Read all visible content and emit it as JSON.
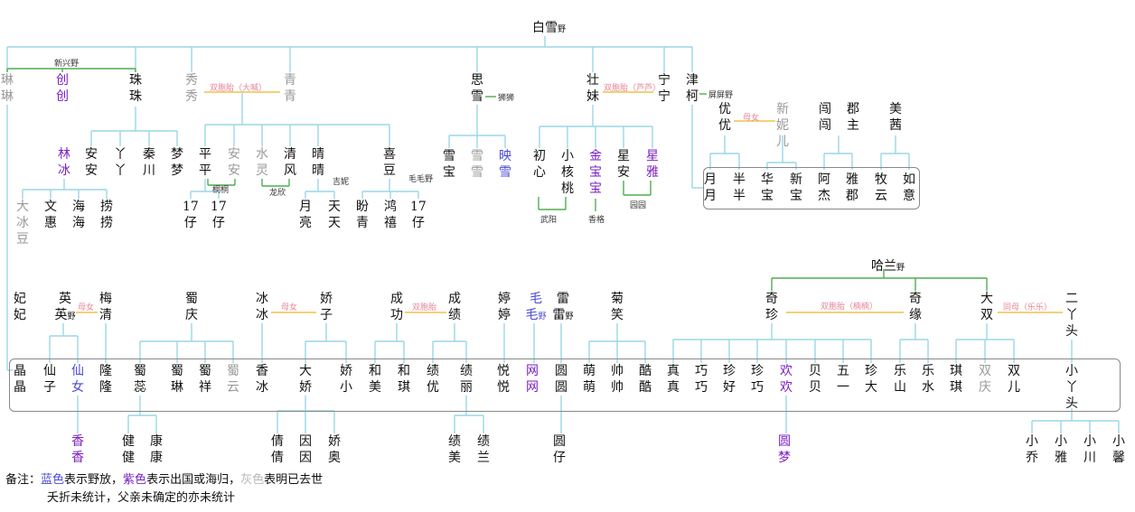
{
  "legend": {
    "prefix": "备注：",
    "blue_word": "蓝色",
    "blue_desc": "表示野放，",
    "purple_word": "紫色",
    "purple_desc": "表示出国或海归，",
    "gray_word": "灰色",
    "gray_desc": "表明已去世",
    "line2": "夭折未统计，父亲未确定的亦未统计"
  },
  "colors": {
    "black": "#111111",
    "blue": "#4a4ad8",
    "purple": "#7a1fc2",
    "gray": "#9a9a9a",
    "descent_line": "#9ad7e6",
    "sibling_line": "#4fae4f",
    "pair_line": "#f2c04a",
    "pair_label": "#e4889a"
  },
  "nodes": [
    {
      "id": "baixue",
      "text": "白雪",
      "sub": "野",
      "s": "black"
    },
    {
      "id": "linlin",
      "text": "琳\n琳",
      "s": "gray"
    },
    {
      "id": "chuang",
      "text": "创\n创",
      "s": "purple"
    },
    {
      "id": "zhuzhu",
      "text": "珠\n珠",
      "s": "black"
    },
    {
      "id": "xiuxiu",
      "text": "秀\n秀",
      "s": "gray"
    },
    {
      "id": "qingqing",
      "text": "青\n青",
      "s": "gray"
    },
    {
      "id": "sixue",
      "text": "思\n雪",
      "s": "black"
    },
    {
      "id": "zhuangmei",
      "text": "壮\n妹",
      "s": "black"
    },
    {
      "id": "ningning",
      "text": "宁\n宁",
      "s": "black"
    },
    {
      "id": "jinke",
      "text": "津\n柯",
      "s": "black"
    },
    {
      "id": "linbing",
      "text": "林\n冰",
      "s": "purple"
    },
    {
      "id": "anan1",
      "text": "安\n安",
      "s": "black"
    },
    {
      "id": "yaya1",
      "text": "丫\n丫",
      "s": "black"
    },
    {
      "id": "qinchuan",
      "text": "秦\n川",
      "s": "black"
    },
    {
      "id": "mengmeng1",
      "text": "梦\n梦",
      "s": "black"
    },
    {
      "id": "pingping",
      "text": "平\n平",
      "s": "black"
    },
    {
      "id": "anan2",
      "text": "安\n安",
      "s": "gray"
    },
    {
      "id": "shuiling",
      "text": "水\n灵",
      "s": "gray"
    },
    {
      "id": "qingfeng",
      "text": "清\n风",
      "s": "black"
    },
    {
      "id": "qingqing2",
      "text": "晴\n晴",
      "s": "black"
    },
    {
      "id": "xidou",
      "text": "喜\n豆",
      "s": "black"
    },
    {
      "id": "dabingdou",
      "text": "大\n冰\n豆",
      "s": "gray"
    },
    {
      "id": "wenhui",
      "text": "文\n惠",
      "s": "black"
    },
    {
      "id": "haihai",
      "text": "海\n海",
      "s": "black"
    },
    {
      "id": "laolao",
      "text": "捞\n捞",
      "s": "black"
    },
    {
      "id": "z17a",
      "text": "17\n仔",
      "s": "black"
    },
    {
      "id": "z17b",
      "text": "17\n仔",
      "s": "black"
    },
    {
      "id": "yueliang",
      "text": "月\n亮",
      "s": "black"
    },
    {
      "id": "tiantian",
      "text": "天\n天",
      "s": "black"
    },
    {
      "id": "panqing",
      "text": "盼\n青",
      "s": "black"
    },
    {
      "id": "hongxi",
      "text": "鸿\n禧",
      "s": "black"
    },
    {
      "id": "z17c",
      "text": "17\n仔",
      "s": "black"
    },
    {
      "id": "xuebao",
      "text": "雪\n宝",
      "s": "black"
    },
    {
      "id": "xuexue",
      "text": "雪\n雪",
      "s": "gray"
    },
    {
      "id": "yingxue",
      "text": "映\n雪",
      "s": "blue"
    },
    {
      "id": "chuxin",
      "text": "初\n心",
      "s": "black"
    },
    {
      "id": "xiaohetao",
      "text": "小\n核\n桃",
      "s": "black"
    },
    {
      "id": "jinbaobao",
      "text": "金\n宝\n宝",
      "s": "purple"
    },
    {
      "id": "xingan",
      "text": "星\n安",
      "s": "black"
    },
    {
      "id": "xingya",
      "text": "星\n雅",
      "s": "purple"
    },
    {
      "id": "youyou",
      "text": "优\n优",
      "s": "black"
    },
    {
      "id": "xinnier",
      "text": "新\n妮\n儿",
      "s": "gray"
    },
    {
      "id": "chuangchuang",
      "text": "闯\n闯",
      "s": "black"
    },
    {
      "id": "junzhu",
      "text": "郡\n主",
      "s": "black"
    },
    {
      "id": "meiqian",
      "text": "美\n茜",
      "s": "black"
    },
    {
      "id": "yueyue",
      "text": "月\n月",
      "s": "black"
    },
    {
      "id": "banban",
      "text": "半\n半",
      "s": "black"
    },
    {
      "id": "huabao",
      "text": "华\n宝",
      "s": "black"
    },
    {
      "id": "xinbao",
      "text": "新\n宝",
      "s": "black"
    },
    {
      "id": "ajie",
      "text": "阿\n杰",
      "s": "black"
    },
    {
      "id": "yajun",
      "text": "雅\n郡",
      "s": "black"
    },
    {
      "id": "muyun",
      "text": "牧\n云",
      "s": "black"
    },
    {
      "id": "ruyi",
      "text": "如\n意",
      "s": "black"
    },
    {
      "id": "feifei",
      "text": "妃\n妃",
      "s": "black"
    },
    {
      "id": "yingying",
      "text": "英\n英",
      "sub": "野",
      "s": "black"
    },
    {
      "id": "meiqing",
      "text": "梅\n清",
      "s": "black"
    },
    {
      "id": "shuqing",
      "text": "蜀\n庆",
      "s": "black"
    },
    {
      "id": "bingbing",
      "text": "冰\n冰",
      "s": "black"
    },
    {
      "id": "jiaozi",
      "text": "娇\n子",
      "s": "black"
    },
    {
      "id": "chenggong",
      "text": "成\n功",
      "s": "black"
    },
    {
      "id": "chengji",
      "text": "成\n绩",
      "s": "black"
    },
    {
      "id": "tingting",
      "text": "婷\n婷",
      "s": "black"
    },
    {
      "id": "maomao",
      "text": "毛\n毛",
      "sub": "野",
      "s": "blue"
    },
    {
      "id": "leilei",
      "text": "雷\n雷",
      "sub": "野",
      "s": "black"
    },
    {
      "id": "juxiao",
      "text": "菊\n笑",
      "s": "black"
    },
    {
      "id": "halan",
      "text": "哈兰",
      "sub": "野",
      "s": "black"
    },
    {
      "id": "qizhen",
      "text": "奇\n珍",
      "s": "black"
    },
    {
      "id": "qiyuan",
      "text": "奇\n缘",
      "s": "black"
    },
    {
      "id": "dashuang",
      "text": "大\n双",
      "s": "black"
    },
    {
      "id": "eryatou",
      "text": "二\n丫\n头",
      "s": "black"
    },
    {
      "id": "jingjing",
      "text": "晶\n晶",
      "s": "black"
    },
    {
      "id": "xianzi",
      "text": "仙\n子",
      "s": "black"
    },
    {
      "id": "xiannv",
      "text": "仙\n女",
      "s": "blue"
    },
    {
      "id": "longlong",
      "text": "隆\n隆",
      "s": "black"
    },
    {
      "id": "shurui",
      "text": "蜀\n蕊",
      "s": "black"
    },
    {
      "id": "shulin",
      "text": "蜀\n琳",
      "s": "black"
    },
    {
      "id": "shuxiang",
      "text": "蜀\n祥",
      "s": "black"
    },
    {
      "id": "shuyun",
      "text": "蜀\n云",
      "s": "gray"
    },
    {
      "id": "xiangbing",
      "text": "香\n冰",
      "s": "black"
    },
    {
      "id": "dajiao",
      "text": "大\n娇",
      "s": "black"
    },
    {
      "id": "jiaoxiao",
      "text": "娇\n小",
      "s": "black"
    },
    {
      "id": "hemei",
      "text": "和\n美",
      "s": "black"
    },
    {
      "id": "heqi",
      "text": "和\n琪",
      "s": "black"
    },
    {
      "id": "jiyou",
      "text": "绩\n优",
      "s": "black"
    },
    {
      "id": "jili",
      "text": "绩\n丽",
      "s": "black"
    },
    {
      "id": "yueyue2",
      "text": "悦\n悦",
      "s": "black"
    },
    {
      "id": "wangwang",
      "text": "网\n网",
      "s": "purple"
    },
    {
      "id": "yuanyuan",
      "text": "圆\n圆",
      "s": "black"
    },
    {
      "id": "mengmeng2",
      "text": "萌\n萌",
      "s": "black"
    },
    {
      "id": "shuaishuai",
      "text": "帅\n帅",
      "s": "black"
    },
    {
      "id": "kuku",
      "text": "酷\n酷",
      "s": "black"
    },
    {
      "id": "zhenzhen",
      "text": "真\n真",
      "s": "black"
    },
    {
      "id": "qiaoqiao",
      "text": "巧\n巧",
      "s": "black"
    },
    {
      "id": "zhenhao",
      "text": "珍\n好",
      "s": "black"
    },
    {
      "id": "zhenqiao",
      "text": "珍\n巧",
      "s": "black"
    },
    {
      "id": "huanhuan",
      "text": "欢\n欢",
      "s": "purple"
    },
    {
      "id": "beibei",
      "text": "贝\n贝",
      "s": "black"
    },
    {
      "id": "wuyi",
      "text": "五\n一",
      "s": "black"
    },
    {
      "id": "zhenda",
      "text": "珍\n大",
      "s": "black"
    },
    {
      "id": "leshan",
      "text": "乐\n山",
      "s": "black"
    },
    {
      "id": "leshui",
      "text": "乐\n水",
      "s": "black"
    },
    {
      "id": "qiqi",
      "text": "琪\n琪",
      "s": "black"
    },
    {
      "id": "shuangqing",
      "text": "双\n庆",
      "s": "gray"
    },
    {
      "id": "shuanger",
      "text": "双\n儿",
      "s": "black"
    },
    {
      "id": "xiaoyatou",
      "text": "小\n丫\n头",
      "s": "black"
    },
    {
      "id": "xiangxiang",
      "text": "香\n香",
      "s": "purple"
    },
    {
      "id": "jianjian",
      "text": "健\n健",
      "s": "black"
    },
    {
      "id": "kangkang",
      "text": "康\n康",
      "s": "black"
    },
    {
      "id": "qianqian",
      "text": "倩\n倩",
      "s": "black"
    },
    {
      "id": "yinyin",
      "text": "因\n因",
      "s": "black"
    },
    {
      "id": "jiaoao",
      "text": "娇\n奥",
      "s": "black"
    },
    {
      "id": "jimei",
      "text": "绩\n美",
      "s": "black"
    },
    {
      "id": "jilan",
      "text": "绩\n兰",
      "s": "black"
    },
    {
      "id": "yuanzai",
      "text": "圆\n仔",
      "s": "black"
    },
    {
      "id": "yuanmeng",
      "text": "圆\n梦",
      "s": "purple"
    },
    {
      "id": "xiaoqiao",
      "text": "小\n乔",
      "s": "black"
    },
    {
      "id": "xiaoya",
      "text": "小\n雅",
      "s": "black"
    },
    {
      "id": "xiaochuan",
      "text": "小\n川",
      "s": "black"
    },
    {
      "id": "xiaoxin",
      "text": "小\n馨",
      "s": "black"
    }
  ],
  "tags": [
    {
      "id": "t_xinxing",
      "text": "新兴野",
      "c": "black"
    },
    {
      "id": "t_xq",
      "text": "双胞胎（大喊）",
      "c": "pink"
    },
    {
      "id": "t_shishi",
      "text": "狮狮",
      "c": "black"
    },
    {
      "id": "t_zn",
      "text": "双胞胎（芦芦）",
      "c": "pink"
    },
    {
      "id": "t_pingping",
      "text": "屏屏野",
      "c": "black"
    },
    {
      "id": "t_danv1",
      "text": "母女",
      "c": "pink"
    },
    {
      "id": "t_jini",
      "text": "吉妮",
      "c": "black"
    },
    {
      "id": "t_maomao",
      "text": "毛毛野",
      "c": "black"
    },
    {
      "id": "t_tongtong",
      "text": "桐桐",
      "c": "black"
    },
    {
      "id": "t_longxin",
      "text": "龙欣",
      "c": "black"
    },
    {
      "id": "t_wuyang",
      "text": "武阳",
      "c": "black"
    },
    {
      "id": "t_xiangge",
      "text": "香格",
      "c": "black"
    },
    {
      "id": "t_yuanyuan",
      "text": "园园",
      "c": "black"
    },
    {
      "id": "t_danv2",
      "text": "母女",
      "c": "pink"
    },
    {
      "id": "t_danv3",
      "text": "母女",
      "c": "pink"
    },
    {
      "id": "t_cc",
      "text": "双胞胎",
      "c": "pink"
    },
    {
      "id": "t_qq",
      "text": "双胞胎（楠楠）",
      "c": "pink"
    },
    {
      "id": "t_ds",
      "text": "同母（乐乐）",
      "c": "pink"
    }
  ]
}
